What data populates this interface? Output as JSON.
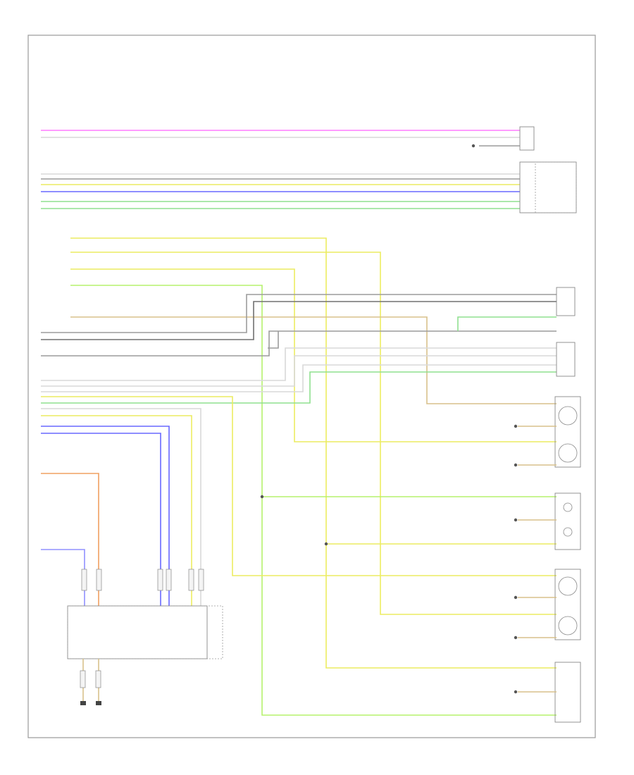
{
  "diagram": {
    "footer_code": "",
    "colors": {
      "pink": "#ff7cff",
      "white": "#d9d9d9",
      "gray": "#9c9c9c",
      "yellow": "#ecec60",
      "tan": "#d8c18c",
      "blue": "#6868ff",
      "green": "#8fe08f",
      "lime": "#b6f26d",
      "red": "#ff6e6e",
      "orange": "#f0a060",
      "lightblue": "#9090ff",
      "darkgray": "#707070"
    },
    "top_components": [
      {
        "id": "instrument-cluster",
        "label": ""
      },
      {
        "id": "headlamp-switch",
        "label": ""
      },
      {
        "id": "turn-signal-switch",
        "label": ""
      }
    ],
    "right_components": [
      {
        "id": "left-front-turn-lamps",
        "label": ""
      },
      {
        "id": "left-rear-turn-lamps",
        "label": ""
      },
      {
        "id": "right-rear-turn-lamps",
        "label": ""
      },
      {
        "id": "right-front-turn-lamps",
        "label": ""
      }
    ],
    "bottom_components": [
      {
        "id": "hazard-module",
        "label": ""
      },
      {
        "id": "ground-point",
        "label": ""
      }
    ]
  }
}
